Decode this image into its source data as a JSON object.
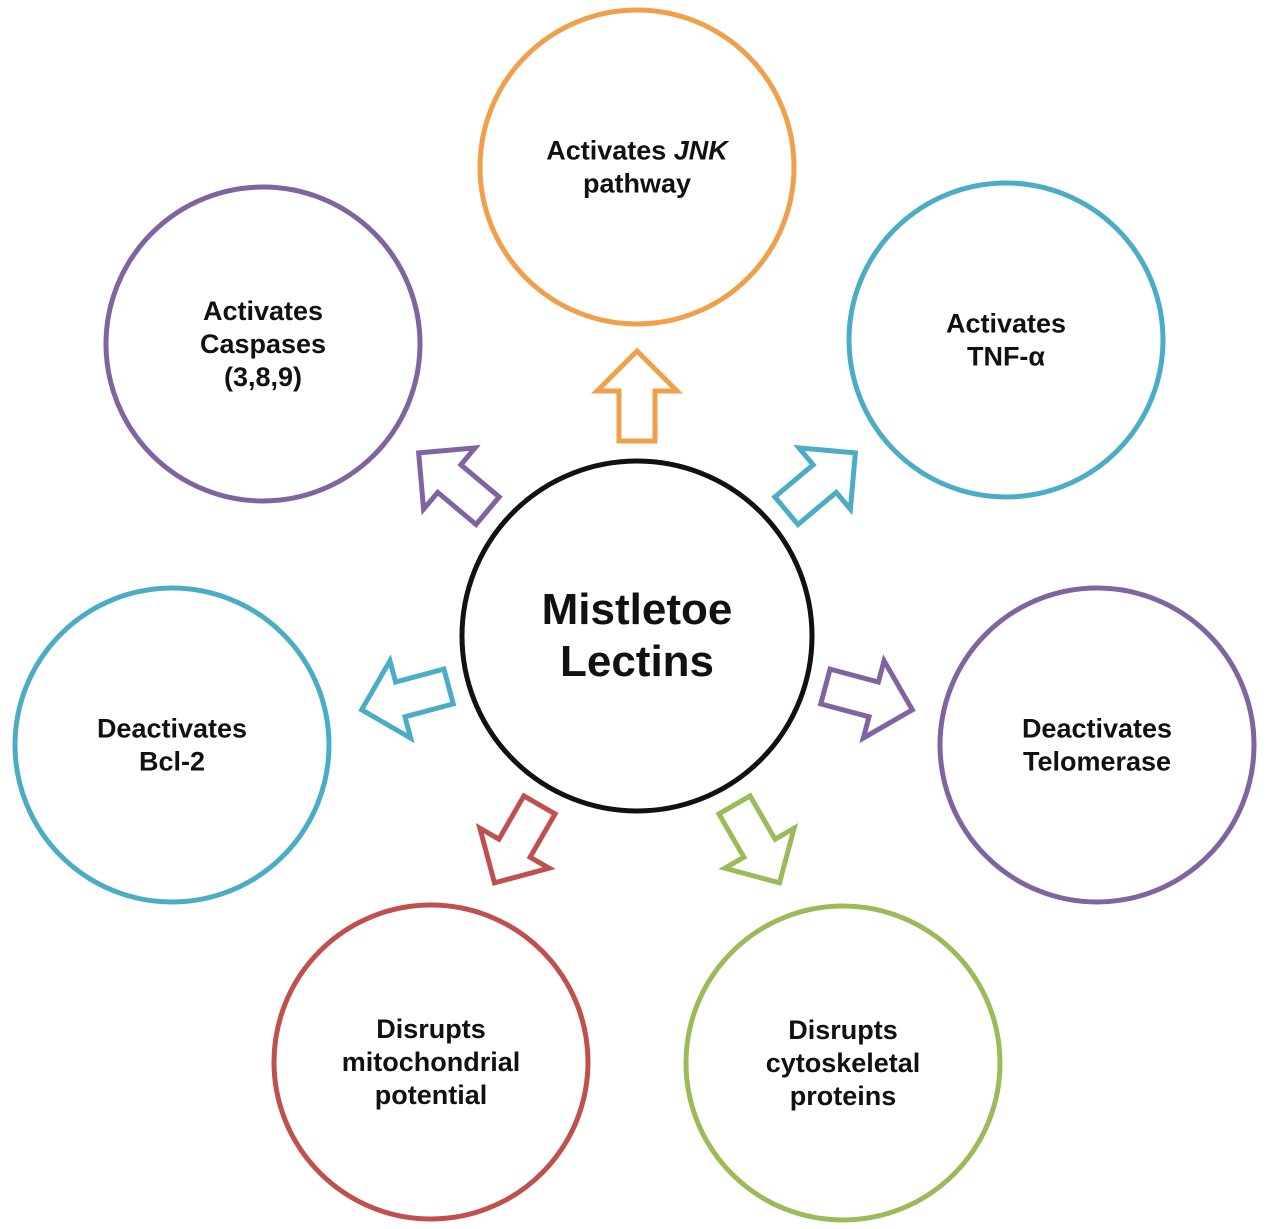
{
  "center": {
    "lines": [
      "Mistletoe",
      "Lectins"
    ],
    "color": "#111111"
  },
  "nodes": [
    {
      "id": "jnk",
      "lines": [
        [
          {
            "text": "Activates ",
            "italic": false
          },
          {
            "text": "JNK",
            "italic": true
          }
        ],
        [
          {
            "text": "pathway",
            "italic": false
          }
        ]
      ],
      "color": "#f0a04b"
    },
    {
      "id": "tnf",
      "lines": [
        [
          {
            "text": "Activates",
            "italic": false
          }
        ],
        [
          {
            "text": "TNF-α",
            "italic": false
          }
        ]
      ],
      "color": "#4bacc6"
    },
    {
      "id": "telomerase",
      "lines": [
        [
          {
            "text": "Deactivates",
            "italic": false
          }
        ],
        [
          {
            "text": "Telomerase",
            "italic": false
          }
        ]
      ],
      "color": "#8064a2"
    },
    {
      "id": "cytoskeletal",
      "lines": [
        [
          {
            "text": "Disrupts",
            "italic": false
          }
        ],
        [
          {
            "text": "cytoskeletal",
            "italic": false
          }
        ],
        [
          {
            "text": "proteins",
            "italic": false
          }
        ]
      ],
      "color": "#9bbb59"
    },
    {
      "id": "mitochondrial",
      "lines": [
        [
          {
            "text": "Disrupts",
            "italic": false
          }
        ],
        [
          {
            "text": "mitochondrial",
            "italic": false
          }
        ],
        [
          {
            "text": "potential",
            "italic": false
          }
        ]
      ],
      "color": "#c0504d"
    },
    {
      "id": "bcl2",
      "lines": [
        [
          {
            "text": "Deactivates",
            "italic": false
          }
        ],
        [
          {
            "text": "Bcl-2",
            "italic": false
          }
        ]
      ],
      "color": "#4bacc6"
    },
    {
      "id": "caspases",
      "lines": [
        [
          {
            "text": "Activates",
            "italic": false
          }
        ],
        [
          {
            "text": "Caspases",
            "italic": false
          }
        ],
        [
          {
            "text": "(3,8,9)",
            "italic": false
          }
        ]
      ],
      "color": "#8064a2"
    }
  ]
}
